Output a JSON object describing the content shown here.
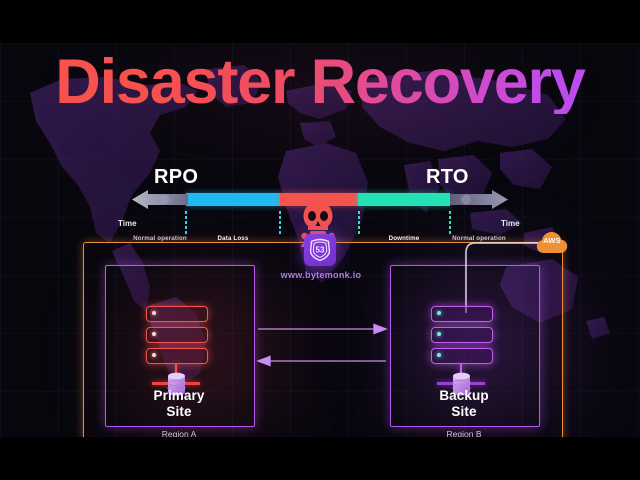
{
  "title": "Disaster Recovery",
  "timeline": {
    "rpo_label": "RPO",
    "rto_label": "RTO",
    "time_left": "Time",
    "time_right": "Time",
    "normal_operation_left": "Normal operation",
    "data_loss": "Data Loss",
    "downtime": "Downtime",
    "normal_operation_right": "Normal operation",
    "disaster_icon": "skull-and-crossbones-icon",
    "colors": {
      "data_loss": "#22b9f2",
      "disaster": "#f4544e",
      "downtime": "#25e2b4",
      "normal_operation": "#8e8ea8"
    }
  },
  "brand": {
    "logo_icon": "bytemonk-shield-icon",
    "logo_text": "53",
    "url": "www.bytemonk.io",
    "logo_bg": "#8a3fe0",
    "url_color": "#b07ee8"
  },
  "cloud": {
    "provider_label": "AWS",
    "provider_icon": "aws-cloud-icon",
    "frame_color": "#e8903c"
  },
  "sites": [
    {
      "name": "Primary\nSite",
      "name_line1": "Primary",
      "name_line2": "Site",
      "region": "Region A",
      "server_icon": "server-rack-icon",
      "database_icon": "database-cylinder-icon",
      "accent": "#f5544e",
      "server_count": 3
    },
    {
      "name": "Backup\nSite",
      "name_line1": "Backup",
      "name_line2": "Site",
      "region": "Region B",
      "server_icon": "server-rack-icon",
      "database_icon": "database-cylinder-icon",
      "accent": "#c45df3",
      "server_count": 3
    }
  ],
  "connections": [
    {
      "direction": "right",
      "icon": "arrow-right-icon",
      "color": "#c98df0"
    },
    {
      "direction": "left",
      "icon": "arrow-left-icon",
      "color": "#c98df0"
    }
  ],
  "background": {
    "map_icon": "world-map-silhouette",
    "grid": true,
    "base_color": "#08070e",
    "title_gradient_start": "#f8544e",
    "title_gradient_end": "#b94cf2"
  }
}
